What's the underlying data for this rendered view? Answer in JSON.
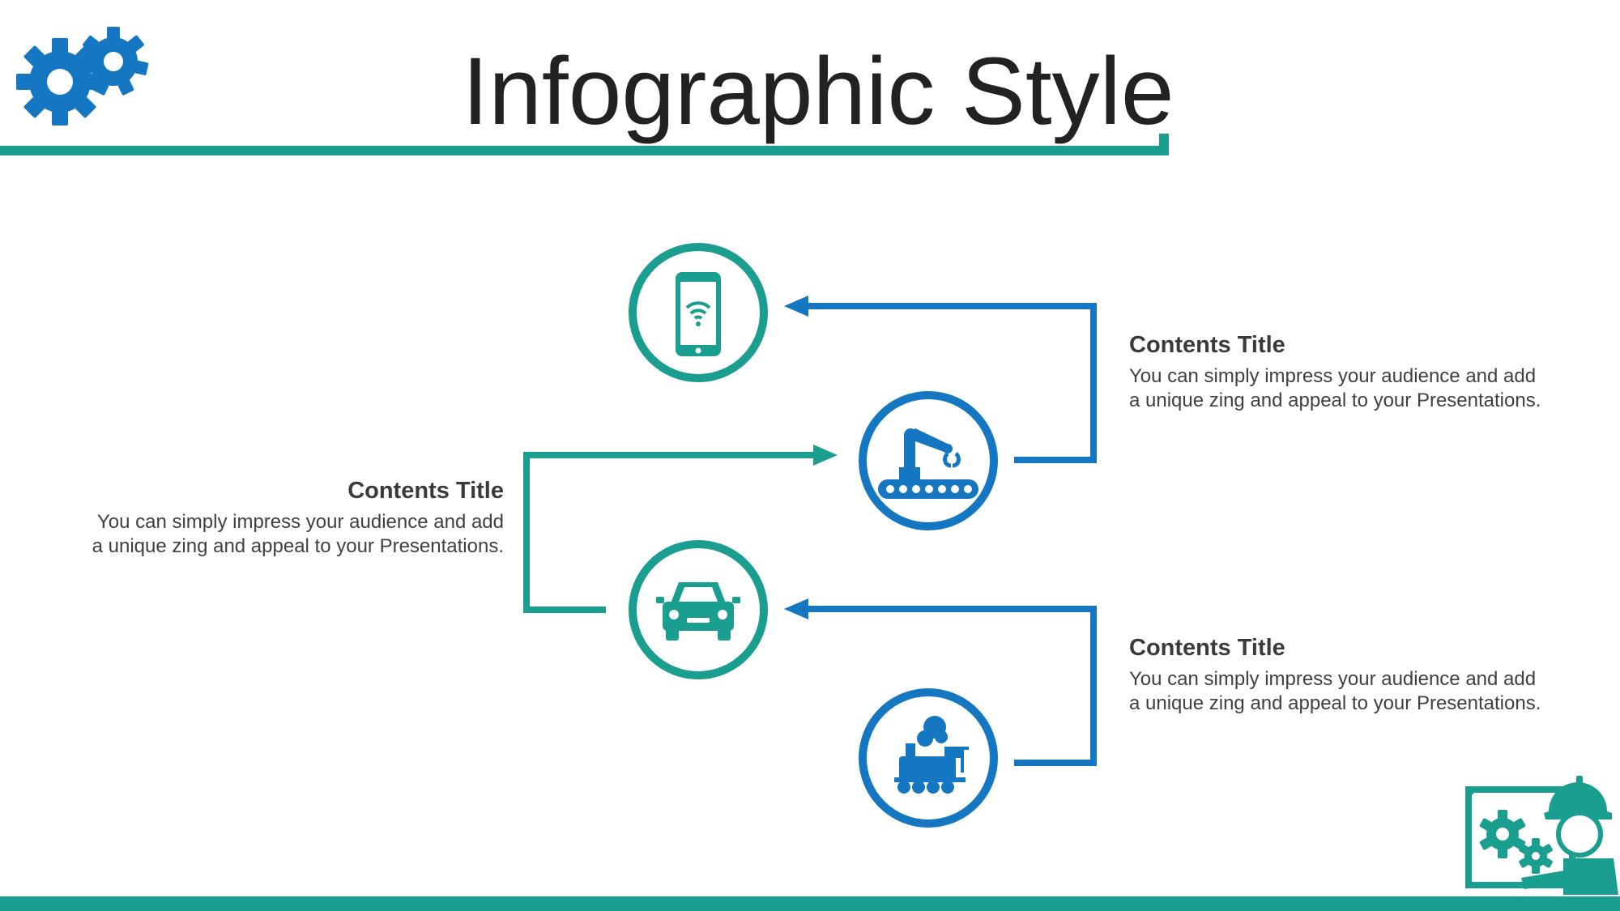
{
  "slide": {
    "title": "Infographic Style"
  },
  "colors": {
    "teal": "#1a9e8f",
    "blue": "#1577c1",
    "text_dark": "#222222",
    "text_body": "#404040"
  },
  "blocks": [
    {
      "title": "Contents Title",
      "body": "You can simply impress your audience and add a unique zing and appeal to your Presentations."
    },
    {
      "title": "Contents Title",
      "body": "You can simply impress your audience and add a unique zing and appeal to your Presentations."
    },
    {
      "title": "Contents Title",
      "body": "You can simply impress your audience and add a unique zing and appeal to your Presentations."
    }
  ],
  "icons": {
    "top_left": "gears-icon",
    "circle_1": "smartphone-wifi-icon",
    "circle_2": "robotic-arm-conveyor-icon",
    "circle_3": "car-icon",
    "circle_4": "steam-locomotive-icon",
    "bottom_right": "engineer-gears-board-icon"
  }
}
